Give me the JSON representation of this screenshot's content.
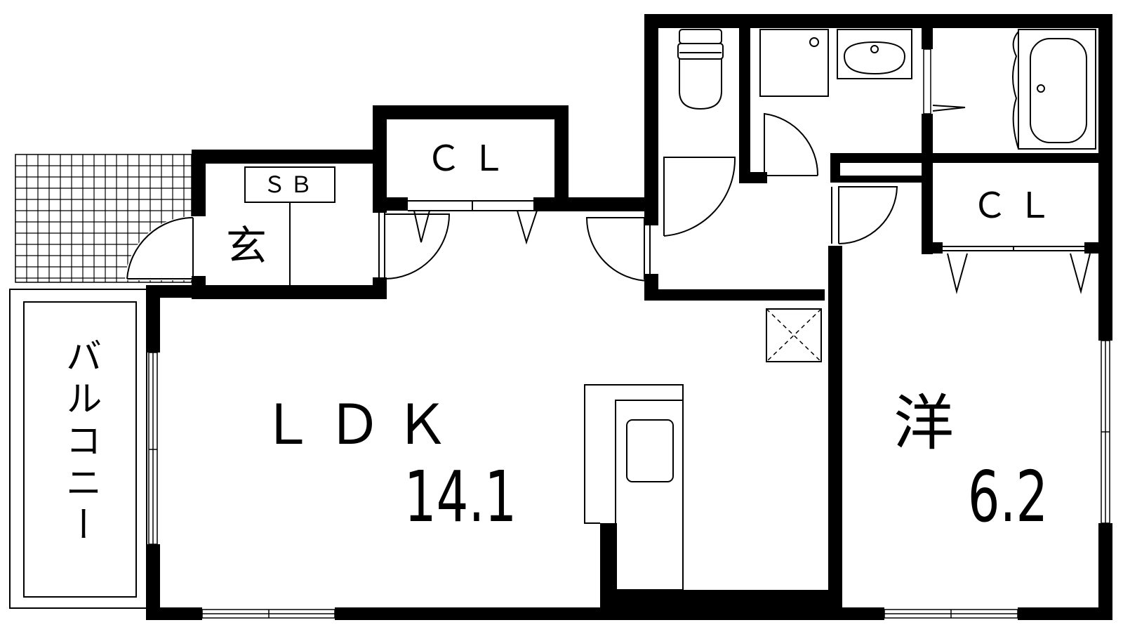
{
  "rooms": {
    "ldk": {
      "name": "ＬＤＫ",
      "size": "14.1"
    },
    "western": {
      "name": "洋",
      "size": "6.2"
    },
    "closet_center": "ＣＬ",
    "closet_right": "ＣＬ",
    "shoe_box": "ＳＢ",
    "entrance": "玄",
    "balcony": "バルコニー"
  },
  "colors": {
    "wall": "#000000",
    "background": "#ffffff"
  }
}
